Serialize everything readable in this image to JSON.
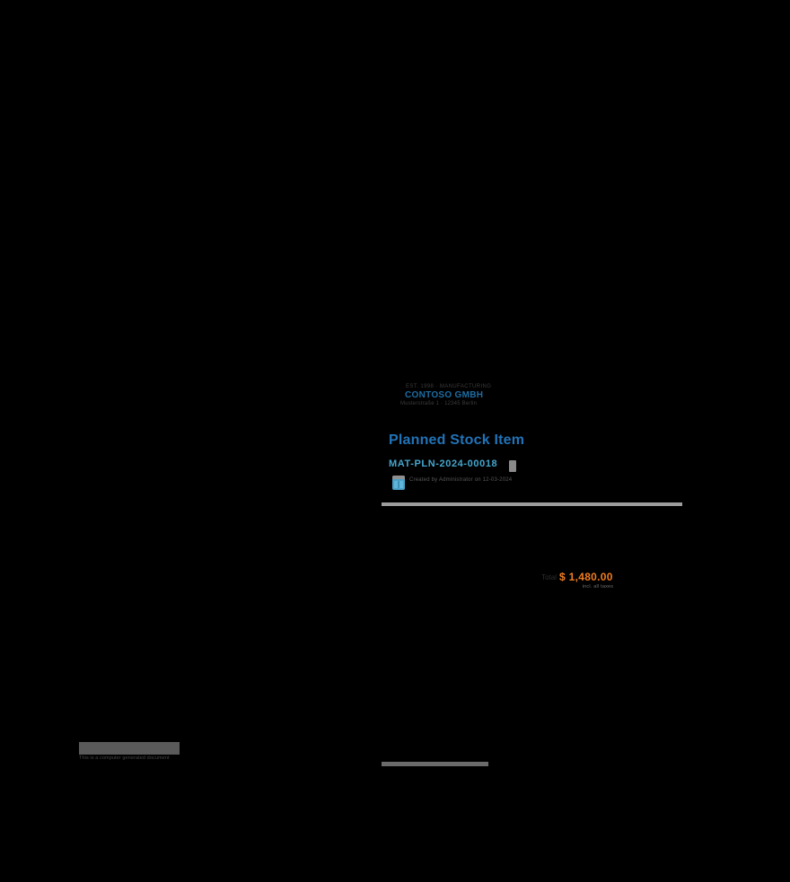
{
  "page": {
    "background_color": "#000000",
    "kind": "document-print-preview"
  },
  "letterhead": {
    "top_line": "EST. 1998 · MANUFACTURING",
    "company_name": "CONTOSO GMBH",
    "address_line": "Musterstraße 1 · 12345 Berlin"
  },
  "document": {
    "title": "Planned Stock Item",
    "doc_id": "MAT-PLN-2024-00018",
    "byline": "Created by Administrator on 12-03-2024"
  },
  "total": {
    "label": "Total",
    "value": "$ 1,480.00",
    "caption": "incl. all taxes"
  },
  "footer": {
    "note": "This is a computer generated document"
  },
  "colors": {
    "title_blue": "#2173b8",
    "doc_id_blue": "#45a5cd",
    "company_blue": "#1d6da3",
    "accent_orange": "#f07c20",
    "divider_gray": "#9d9d9d",
    "short_rule_gray": "#6b6b6b",
    "footer_strip_gray": "#5a5a5a"
  },
  "icons": {
    "copy_icon": "copy",
    "user_avatar_icon": "user-avatar"
  }
}
